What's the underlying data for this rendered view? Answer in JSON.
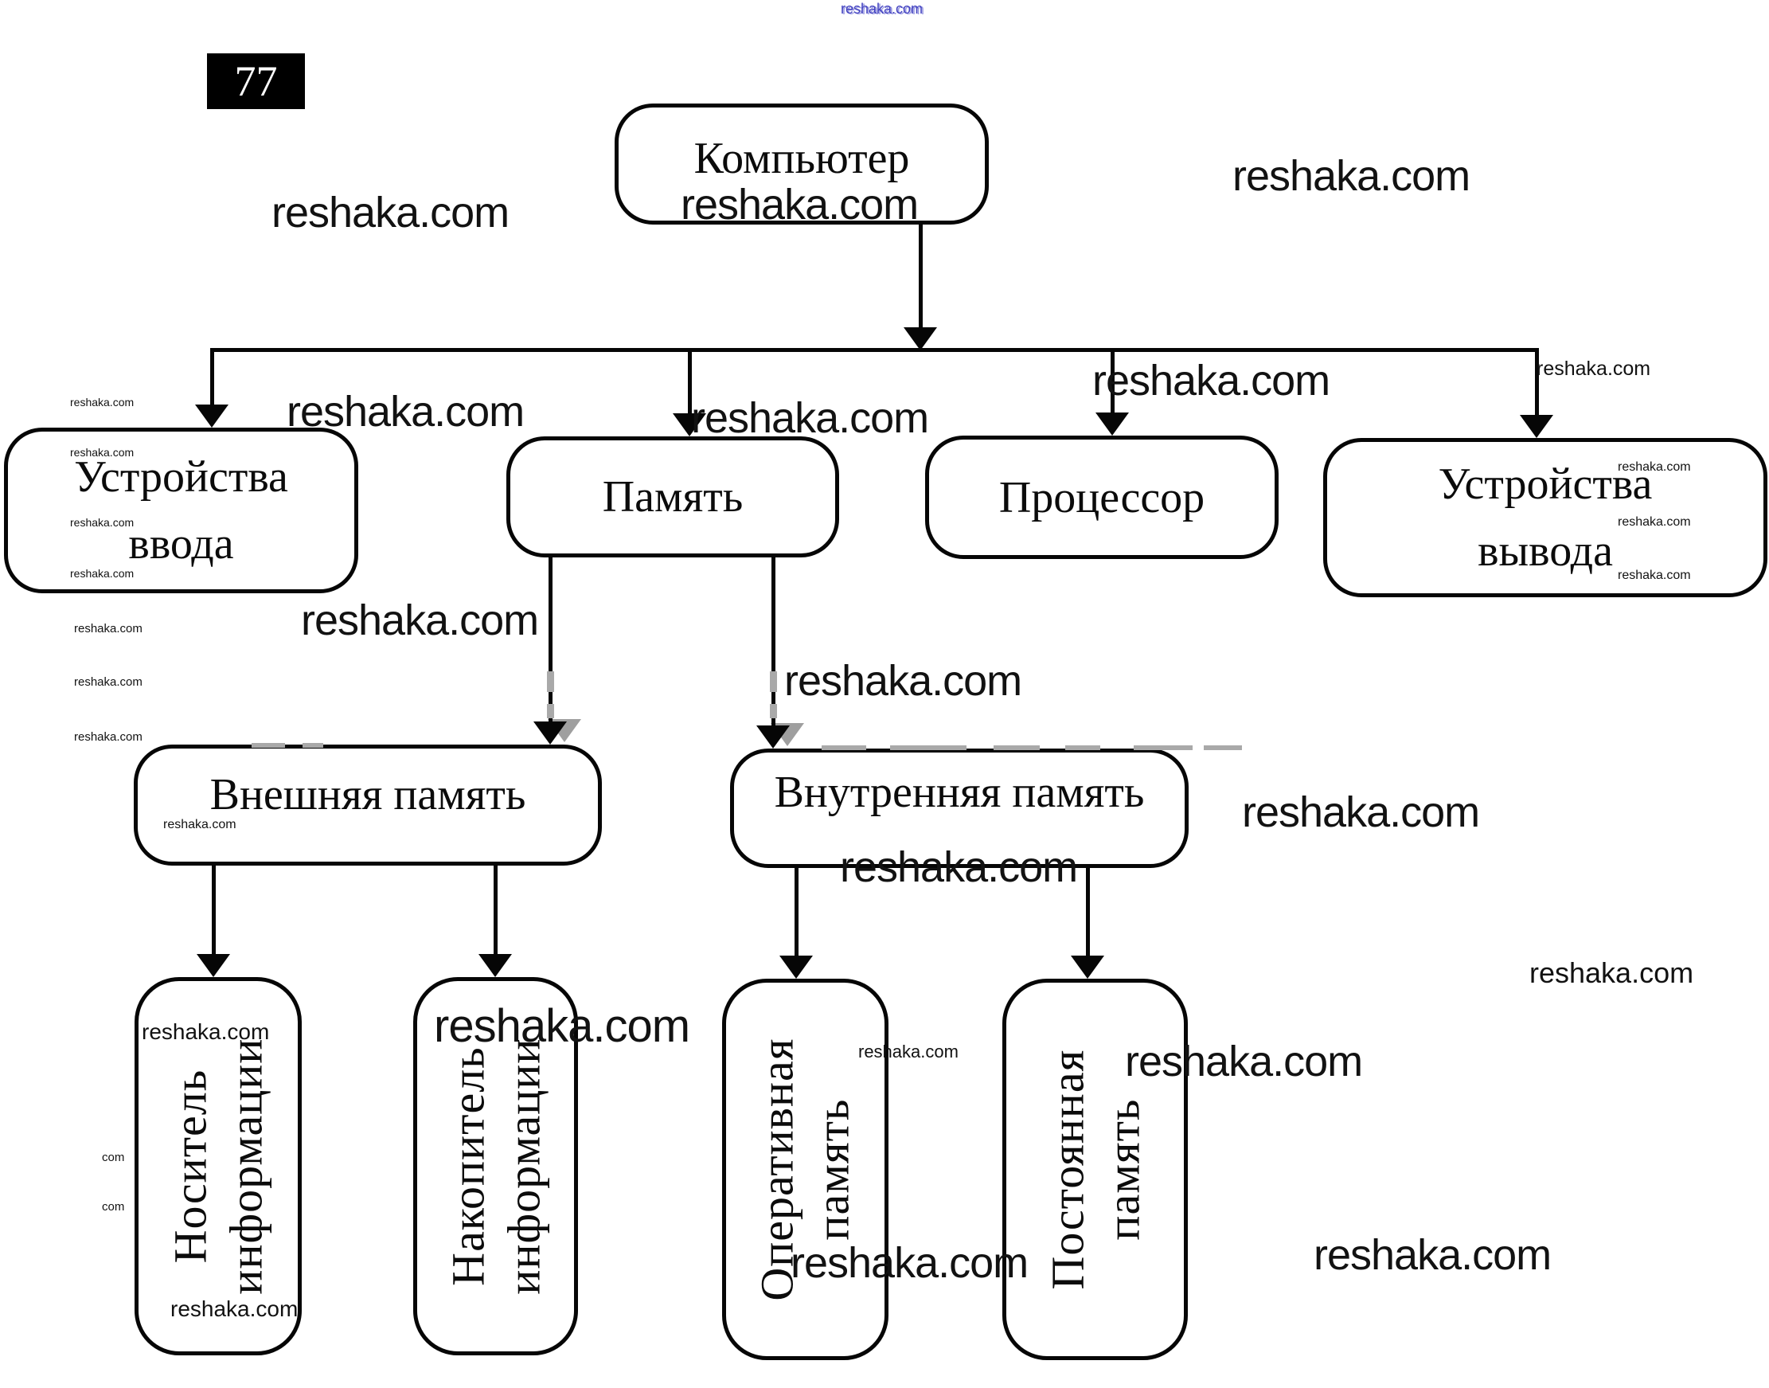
{
  "badge": {
    "number": "77"
  },
  "diagram": {
    "nodes": {
      "computer": {
        "label": "Компьютер"
      },
      "input": {
        "line1": "Устройства",
        "line2": "ввода"
      },
      "memory": {
        "label": "Память"
      },
      "cpu": {
        "label": "Процессор"
      },
      "output": {
        "line1": "Устройства",
        "line2": "вывода"
      },
      "external": {
        "label": "Внешняя память"
      },
      "internal": {
        "label": "Внутренняя память"
      },
      "carrier": {
        "line1": "Носитель",
        "line2": "информации"
      },
      "storage": {
        "line1": "Накопитель",
        "line2": "информации"
      },
      "ram": {
        "line1": "Оперативная",
        "line2": "память"
      },
      "rom": {
        "line1": "Постоянная",
        "line2": "память"
      }
    }
  },
  "watermarks": {
    "brand": "reshaka.com",
    "fragment": "com"
  },
  "colors": {
    "line": "#060606",
    "artifact_gray": "#a9a9a9",
    "watermark_blue": "#4040c0"
  }
}
